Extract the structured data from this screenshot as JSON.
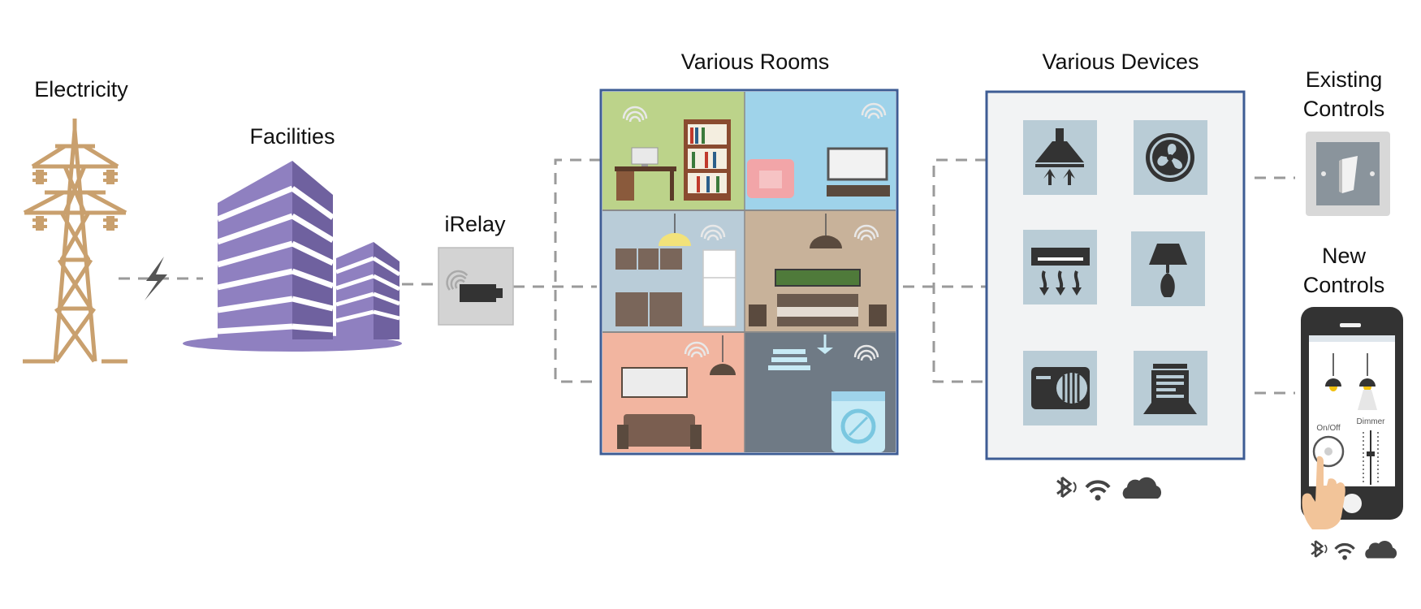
{
  "labels": {
    "electricity": "Electricity",
    "facilities": "Facilities",
    "irelay": "iRelay",
    "various_rooms": "Various Rooms",
    "various_devices": "Various Devices",
    "existing_controls_line1": "Existing",
    "existing_controls_line2": "Controls",
    "new_controls_line1": "New",
    "new_controls_line2": "Controls"
  },
  "phone_ui": {
    "on_off_label": "On/Off",
    "dimmer_label": "Dimmer"
  },
  "colors": {
    "tower": "#c9a06e",
    "building": "#8f80c0",
    "connector_dash": "#9a9a9a",
    "room_study": "#bcd38a",
    "room_living": "#9fd3ea",
    "room_kitchen": "#b9ccd8",
    "room_bedroom": "#c8b29a",
    "room_lounge": "#f2b5a0",
    "room_laundry": "#6f7a85",
    "device_tile": "#b9ccd6",
    "device_icon": "#3a3a3a",
    "panel_border": "#3e5c94"
  },
  "rooms": [
    {
      "name": "study",
      "icon": "wifi-signal-icon"
    },
    {
      "name": "living",
      "icon": "wifi-signal-icon"
    },
    {
      "name": "kitchen",
      "icon": "wifi-signal-icon"
    },
    {
      "name": "bedroom",
      "icon": "wifi-signal-icon"
    },
    {
      "name": "lounge",
      "icon": "wifi-signal-icon"
    },
    {
      "name": "laundry",
      "icon": "wifi-signal-icon"
    }
  ],
  "devices": [
    {
      "icon": "range-hood-icon"
    },
    {
      "icon": "fan-icon"
    },
    {
      "icon": "air-conditioner-icon"
    },
    {
      "icon": "table-lamp-icon"
    },
    {
      "icon": "portable-heater-icon"
    },
    {
      "icon": "space-heater-icon"
    }
  ],
  "connectivity_icons": [
    "bluetooth-icon",
    "wifi-icon",
    "cloud-icon"
  ]
}
